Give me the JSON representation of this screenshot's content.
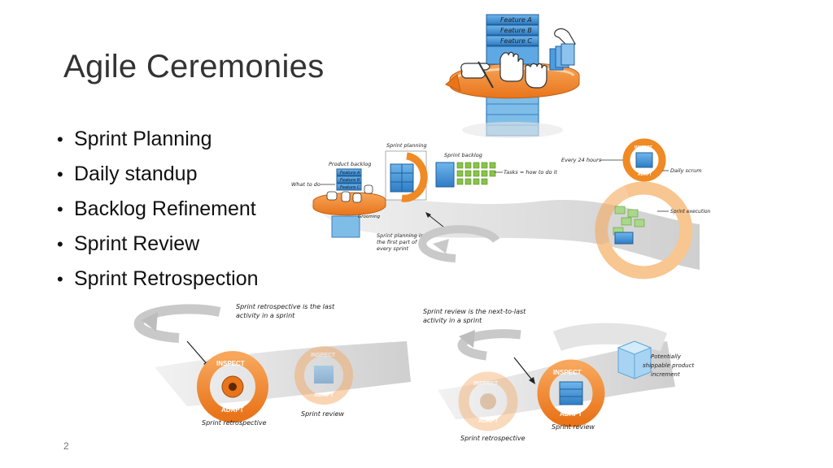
{
  "slide": {
    "title": "Agile Ceremonies",
    "bullets": [
      "Sprint Planning",
      "Daily standup",
      "Backlog Refinement",
      "Sprint Review",
      "Sprint Retrospection"
    ],
    "page_number": "2"
  },
  "top_illustration": {
    "features": [
      "Feature A",
      "Feature B",
      "Feature C"
    ]
  },
  "process_diagram": {
    "what_to_do": "What to do",
    "product_backlog": "Product backlog",
    "features": [
      "Feature A",
      "Feature B",
      "Feature C"
    ],
    "grooming": "Grooming",
    "sprint_planning": "Sprint planning",
    "sprint_backlog": "Sprint backlog",
    "tasks": "Tasks = how to do it",
    "every_24_hours": "Every 24 hours",
    "daily_scrum": "Daily scrum",
    "inspect": "INSPECT",
    "adapt": "ADAPT",
    "sprint_execution": "Sprint execution",
    "planning_note": [
      "Sprint planning is",
      "the first part of",
      "every sprint"
    ]
  },
  "retro_diagram": {
    "note": [
      "Sprint retrospective is the last",
      "activity in a sprint"
    ],
    "inspect": "INSPECT",
    "adapt": "ADAPT",
    "sprint_retrospective": "Sprint retrospective",
    "sprint_review": "Sprint review"
  },
  "review_diagram": {
    "note": [
      "Sprint review is the next-to-last",
      "activity in a sprint"
    ],
    "inspect": "INSPECT",
    "adapt": "ADAPT",
    "sprint_retrospective": "Sprint retrospective",
    "sprint_review": "Sprint review",
    "increment": [
      "Potentially",
      "shippable product",
      "increment"
    ]
  },
  "colors": {
    "orange": "#f08a24",
    "orange_light": "#f8c690",
    "blue": "#3a8fd8",
    "blue_light": "#a9d3f2",
    "gray": "#bdbdbd",
    "green": "#8bc34a"
  }
}
